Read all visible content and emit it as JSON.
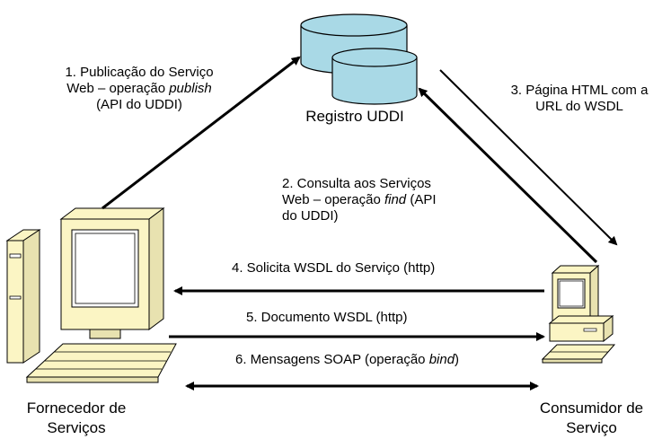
{
  "nodes": {
    "registry": "Registro UDDI",
    "provider_line1": "Fornecedor de",
    "provider_line2": "Serviços",
    "consumer_line1": "Consumidor de",
    "consumer_line2": "Serviço"
  },
  "steps": {
    "s1_line1": "1. Publicação do Serviço",
    "s1_line2_pre": "Web – operação ",
    "s1_line2_em": "publish",
    "s1_line3": "(API do UDDI)",
    "s2_line1": "2. Consulta aos Serviços",
    "s2_line2_pre": "Web – operação ",
    "s2_line2_em": "find",
    "s2_line2_post": " (API",
    "s2_line3": "do UDDI)",
    "s3_line1": "3. Página HTML com a",
    "s3_line2": "URL do WSDL",
    "s4": "4. Solicita WSDL do Serviço (http)",
    "s5": "5. Documento WSDL (http)",
    "s6_pre": "6. Mensagens SOAP (operação ",
    "s6_em": "bind",
    "s6_post": ")"
  },
  "colors": {
    "db_fill": "#a9d9e6",
    "monitor_fill": "#fbf5c4",
    "stroke": "#000000"
  }
}
